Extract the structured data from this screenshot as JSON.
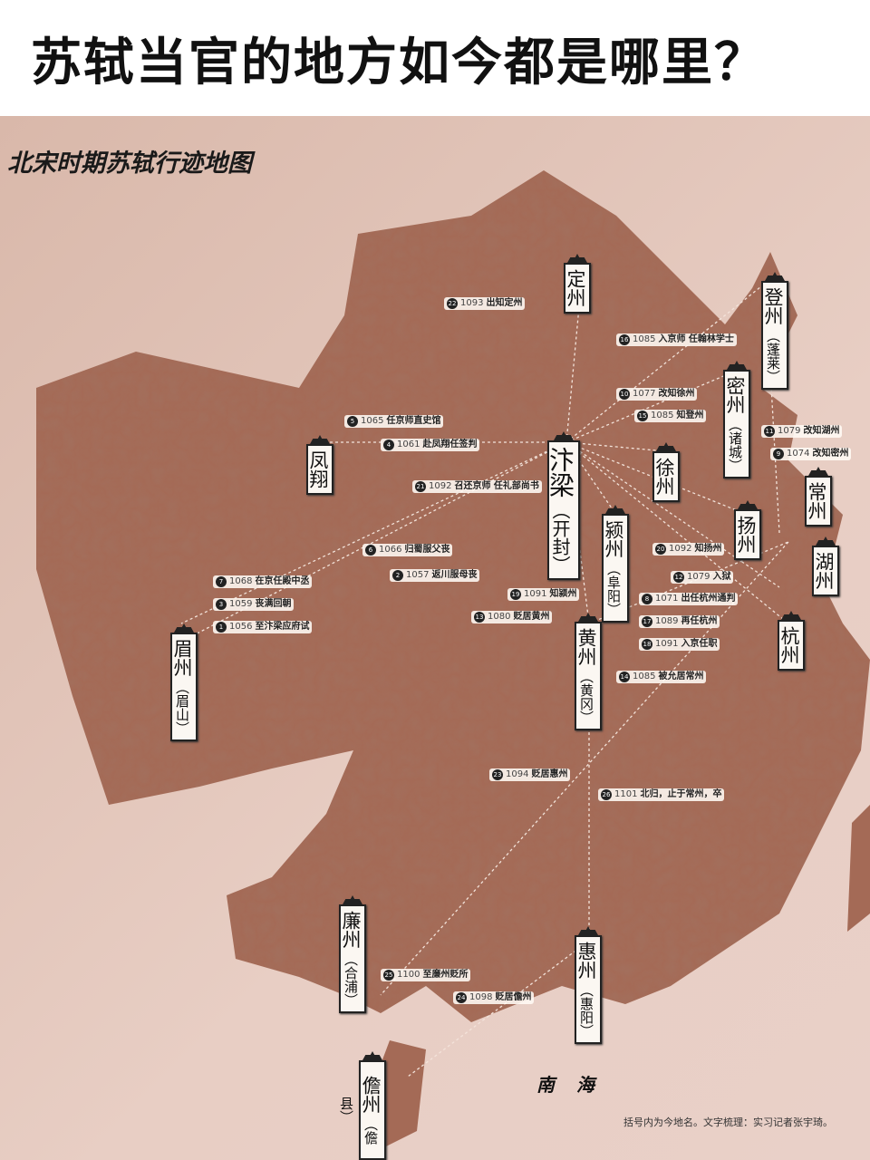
{
  "title": "苏轼当官的地方如今都是哪里？",
  "map": {
    "title": "北宋时期苏轼行迹地图",
    "sea_label": "南海",
    "note": "括号内为今地名。文字梳理：实习记者张宇琦。",
    "colors": {
      "land": "#a46a56",
      "sea": "#e8cec4",
      "label_bg": "#fbf7f2"
    },
    "cities": [
      {
        "name": "定州",
        "current": ""
      },
      {
        "name": "登州",
        "current": "（蓬莱）"
      },
      {
        "name": "密州",
        "current": "（诸城）"
      },
      {
        "name": "凤翔",
        "current": ""
      },
      {
        "name": "汴梁",
        "current": "（开封）"
      },
      {
        "name": "徐州",
        "current": ""
      },
      {
        "name": "常州",
        "current": ""
      },
      {
        "name": "扬州",
        "current": ""
      },
      {
        "name": "颍州",
        "current": "（阜阳）"
      },
      {
        "name": "湖州",
        "current": ""
      },
      {
        "name": "眉州",
        "current": "（眉山）"
      },
      {
        "name": "黄州",
        "current": "（黄冈）"
      },
      {
        "name": "杭州",
        "current": ""
      },
      {
        "name": "廉州",
        "current": "（合浦）"
      },
      {
        "name": "惠州",
        "current": "（惠阳）"
      },
      {
        "name": "儋州",
        "current": "（儋县）"
      }
    ],
    "routes": [
      {
        "num": "1",
        "year": "1056",
        "text": "至汴梁应府试"
      },
      {
        "num": "2",
        "year": "1057",
        "text": "返川服母丧"
      },
      {
        "num": "3",
        "year": "1059",
        "text": "丧满回朝"
      },
      {
        "num": "4",
        "year": "1061",
        "text": "赴凤翔任签判"
      },
      {
        "num": "5",
        "year": "1065",
        "text": "任京师直史馆"
      },
      {
        "num": "6",
        "year": "1066",
        "text": "归蜀服父丧"
      },
      {
        "num": "7",
        "year": "1068",
        "text": "在京任殿中丞"
      },
      {
        "num": "8",
        "year": "1071",
        "text": "出任杭州通判"
      },
      {
        "num": "9",
        "year": "1074",
        "text": "改知密州"
      },
      {
        "num": "10",
        "year": "1077",
        "text": "改知徐州"
      },
      {
        "num": "11",
        "year": "1079",
        "text": "改知湖州"
      },
      {
        "num": "12",
        "year": "1079",
        "text": "入狱"
      },
      {
        "num": "13",
        "year": "1080",
        "text": "贬居黄州"
      },
      {
        "num": "14",
        "year": "1085",
        "text": "被允居常州"
      },
      {
        "num": "15",
        "year": "1085",
        "text": "知登州"
      },
      {
        "num": "16",
        "year": "1085",
        "text": "入京师 任翰林学士"
      },
      {
        "num": "17",
        "year": "1089",
        "text": "再任杭州"
      },
      {
        "num": "18",
        "year": "1091",
        "text": "入京任职"
      },
      {
        "num": "19",
        "year": "1091",
        "text": "知颍州"
      },
      {
        "num": "20",
        "year": "1092",
        "text": "知扬州"
      },
      {
        "num": "21",
        "year": "1092",
        "text": "召还京师 任礼部尚书"
      },
      {
        "num": "22",
        "year": "1093",
        "text": "出知定州"
      },
      {
        "num": "23",
        "year": "1094",
        "text": "贬居惠州"
      },
      {
        "num": "24",
        "year": "1098",
        "text": "贬居儋州"
      },
      {
        "num": "25",
        "year": "1100",
        "text": "至廉州贬所"
      },
      {
        "num": "26",
        "year": "1101",
        "text": "北归，止于常州，卒"
      }
    ]
  }
}
